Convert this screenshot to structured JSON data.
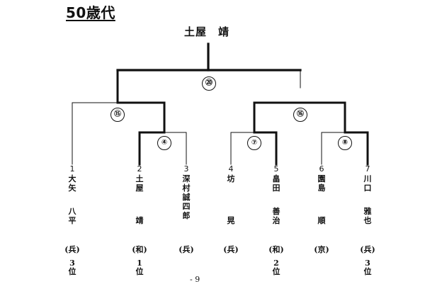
{
  "title": "50歳代",
  "champion": "土屋　靖",
  "matches": [
    {
      "id": "m4",
      "label": "④"
    },
    {
      "id": "m7",
      "label": "⑦"
    },
    {
      "id": "m8",
      "label": "⑧"
    },
    {
      "id": "m15",
      "label": "⑮"
    },
    {
      "id": "m16",
      "label": "⑯"
    },
    {
      "id": "m20",
      "label": "⑳"
    }
  ],
  "players": [
    {
      "seed": "1",
      "surname": [
        "大",
        "矢"
      ],
      "given": [
        "八",
        "平"
      ],
      "pref": "(兵)",
      "rank": [
        "3",
        "位"
      ]
    },
    {
      "seed": "2",
      "surname": [
        "土",
        "屋"
      ],
      "given": [
        "靖"
      ],
      "pref": "(和)",
      "rank": [
        "1",
        "位"
      ]
    },
    {
      "seed": "3",
      "surname": [
        "深",
        "村",
        "誠",
        "四",
        "郎"
      ],
      "given": [],
      "pref": "(兵)",
      "rank": []
    },
    {
      "seed": "4",
      "surname": [
        "坊"
      ],
      "given": [
        "晃"
      ],
      "pref": "(兵)",
      "rank": []
    },
    {
      "seed": "5",
      "surname": [
        "畠",
        "田"
      ],
      "given": [
        "善",
        "治"
      ],
      "pref": "(和)",
      "rank": [
        "2",
        "位"
      ]
    },
    {
      "seed": "6",
      "surname": [
        "園",
        "島"
      ],
      "given": [
        "順"
      ],
      "pref": "(京)",
      "rank": []
    },
    {
      "seed": "7",
      "surname": [
        "川",
        "口"
      ],
      "given": [
        "雅",
        "也"
      ],
      "pref": "(兵)",
      "rank": [
        "3",
        "位"
      ]
    }
  ],
  "page_number": "- 9"
}
